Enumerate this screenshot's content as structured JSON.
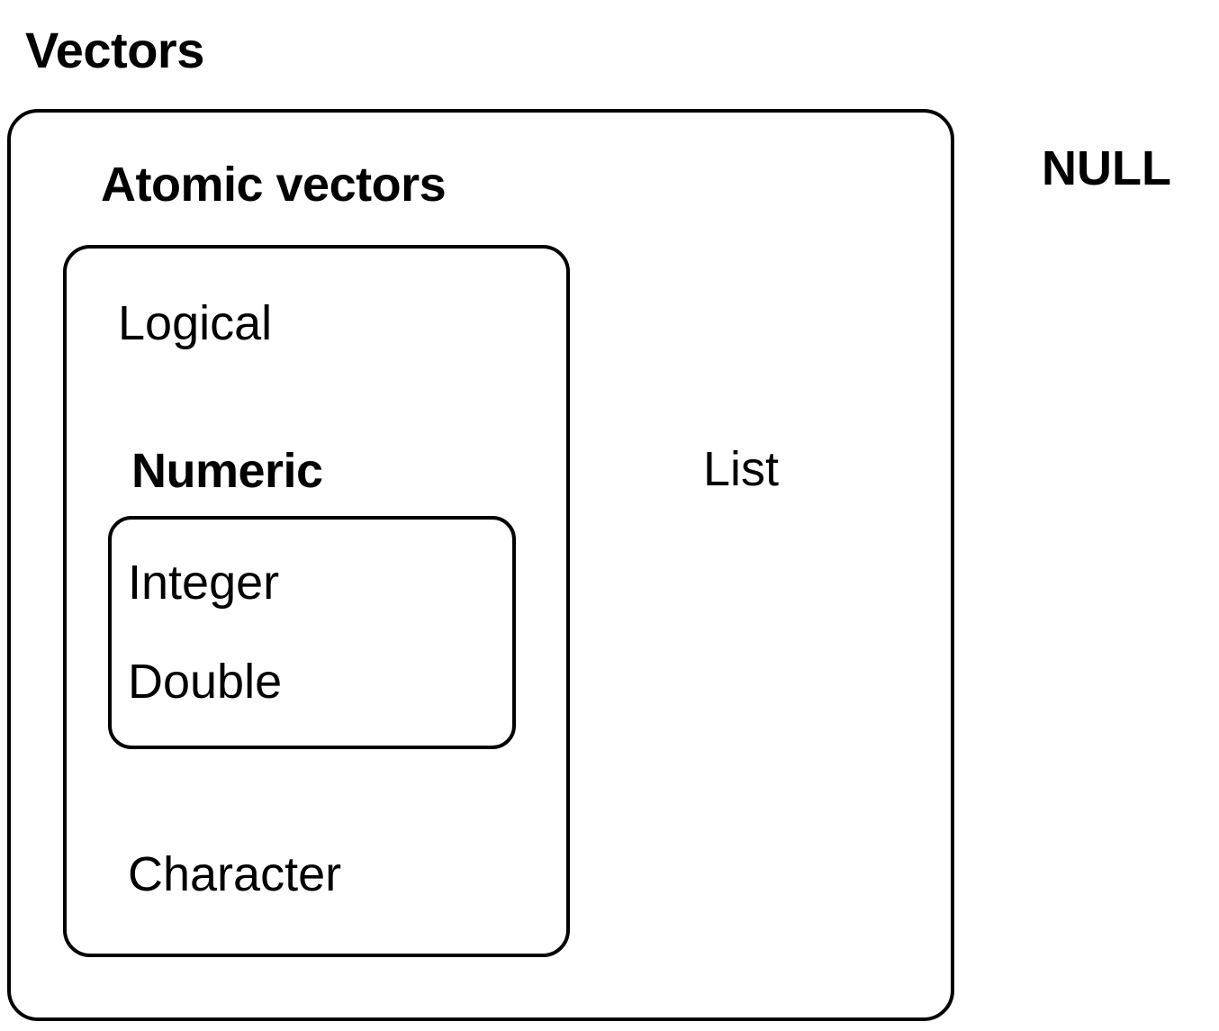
{
  "diagram": {
    "title": "Vectors",
    "outside_label": "NULL",
    "boxes": {
      "vectors": {
        "name": "Vectors",
        "title_text": "Vectors",
        "emphasis": "bold"
      },
      "atomic_vectors": {
        "name": "Atomic vectors",
        "label_text": "Atomic vectors",
        "emphasis": "bold"
      },
      "numeric": {
        "name": "Numeric",
        "label_text": "Numeric",
        "emphasis": "bold"
      }
    },
    "leaves": {
      "logical": "Logical",
      "integer": "Integer",
      "double": "Double",
      "character": "Character",
      "list": "List"
    },
    "colors": {
      "stroke": "#000000",
      "text": "#000000",
      "background": "#ffffff"
    }
  }
}
